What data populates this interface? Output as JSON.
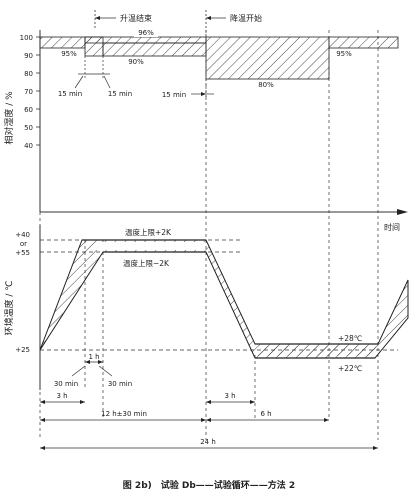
{
  "humidity": {
    "axis_label": "相对湿度 / %",
    "ticks": [
      "100",
      "90",
      "80",
      "70",
      "60",
      "50",
      "40"
    ],
    "band_labels": {
      "left_95": "95%",
      "top_96": "96%",
      "mid_90": "90%",
      "low_80": "80%",
      "right_95": "95%"
    },
    "markers": {
      "rise_end": "升温结束",
      "fall_start": "降温开始"
    },
    "durations": {
      "left_15a": "15 min",
      "left_15b": "15 min",
      "right_15": "15 min"
    }
  },
  "temperature": {
    "axis_label": "环境温度 / ℃",
    "ticks": {
      "t40": "+40",
      "or": "or",
      "t55": "+55",
      "t25": "+25"
    },
    "upper_limits": {
      "plus": "温度上限+2K",
      "minus": "温度上限−2K"
    },
    "lower_limits": {
      "plus": "+28℃",
      "minus": "+22℃"
    },
    "ramp_labels": {
      "r30a": "30 min",
      "r1h": "1 h",
      "r30b": "30 min"
    }
  },
  "time_axis_label": "时间",
  "intervals": {
    "h3_left": "3 h",
    "h12": "12 h±30 min",
    "h3_right": "3 h",
    "h6": "6 h",
    "h24": "24 h"
  },
  "caption": "图 2b)　试验 Db——试验循环——方法 2"
}
